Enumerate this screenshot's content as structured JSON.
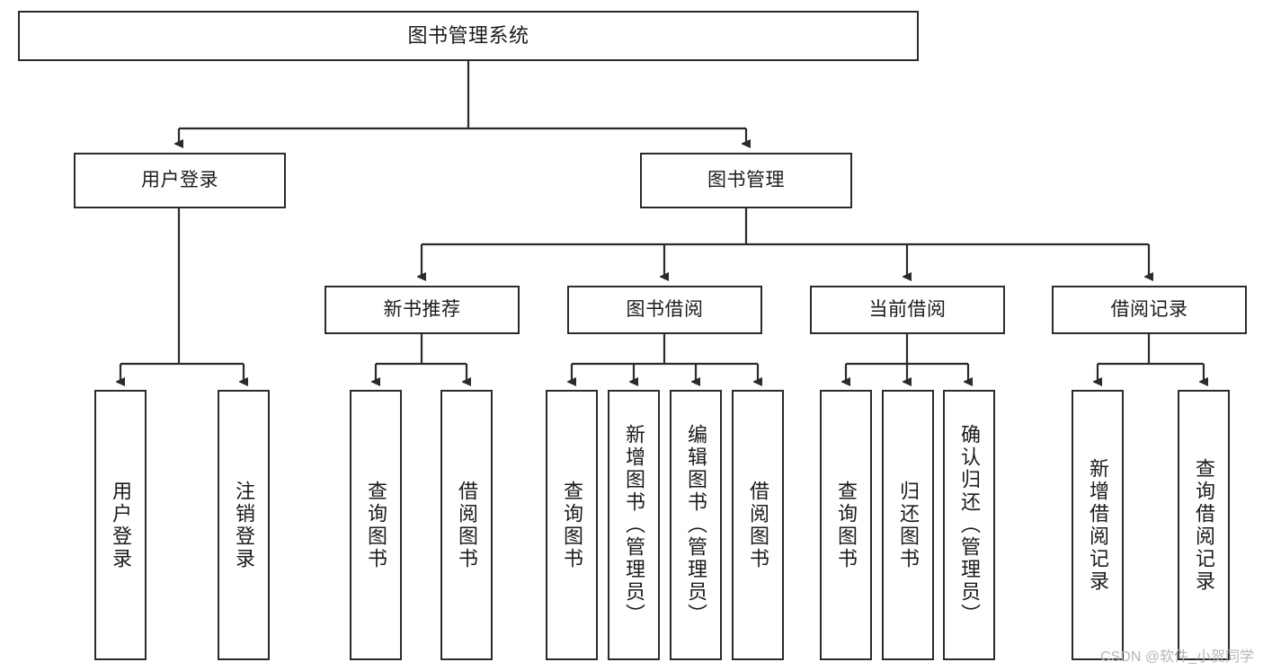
{
  "diagram": {
    "title": "图书管理系统",
    "type": "tree-hierarchy-chart",
    "line_color": "#2b2b2b",
    "box_fill": "#ffffff",
    "text_color": "#1b1b1b"
  },
  "nodes": {
    "root": {
      "label": "图书管理系统"
    },
    "level2": [
      {
        "id": "user-login",
        "label": "用户登录"
      },
      {
        "id": "book-management",
        "label": "图书管理"
      }
    ],
    "level3": [
      {
        "id": "new-book-recommend",
        "label": "新书推荐"
      },
      {
        "id": "book-borrow",
        "label": "图书借阅"
      },
      {
        "id": "current-borrow",
        "label": "当前借阅"
      },
      {
        "id": "borrow-record",
        "label": "借阅记录"
      }
    ],
    "leaves": {
      "user_login": [
        {
          "id": "leaf-user-login",
          "label": "用户登录"
        },
        {
          "id": "leaf-logout-login",
          "label": "注销登录"
        }
      ],
      "new_book_recommend": [
        {
          "id": "leaf-query-book-1",
          "label": "查询图书"
        },
        {
          "id": "leaf-borrow-book-1",
          "label": "借阅图书"
        }
      ],
      "book_borrow": [
        {
          "id": "leaf-query-book-2",
          "label": "查询图书"
        },
        {
          "id": "leaf-add-book",
          "label": "新增图书（管理员）"
        },
        {
          "id": "leaf-edit-book",
          "label": "编辑图书（管理员）"
        },
        {
          "id": "leaf-borrow-book-2",
          "label": "借阅图书"
        }
      ],
      "current_borrow": [
        {
          "id": "leaf-query-book-3",
          "label": "查询图书"
        },
        {
          "id": "leaf-return-book",
          "label": "归还图书"
        },
        {
          "id": "leaf-confirm-return",
          "label": "确认归还（管理员）"
        }
      ],
      "borrow_record": [
        {
          "id": "leaf-add-record",
          "label": "新增借阅记录"
        },
        {
          "id": "leaf-query-record",
          "label": "查询借阅记录"
        }
      ]
    }
  },
  "watermark": {
    "text": "CSDN @软件_小贺同学"
  }
}
